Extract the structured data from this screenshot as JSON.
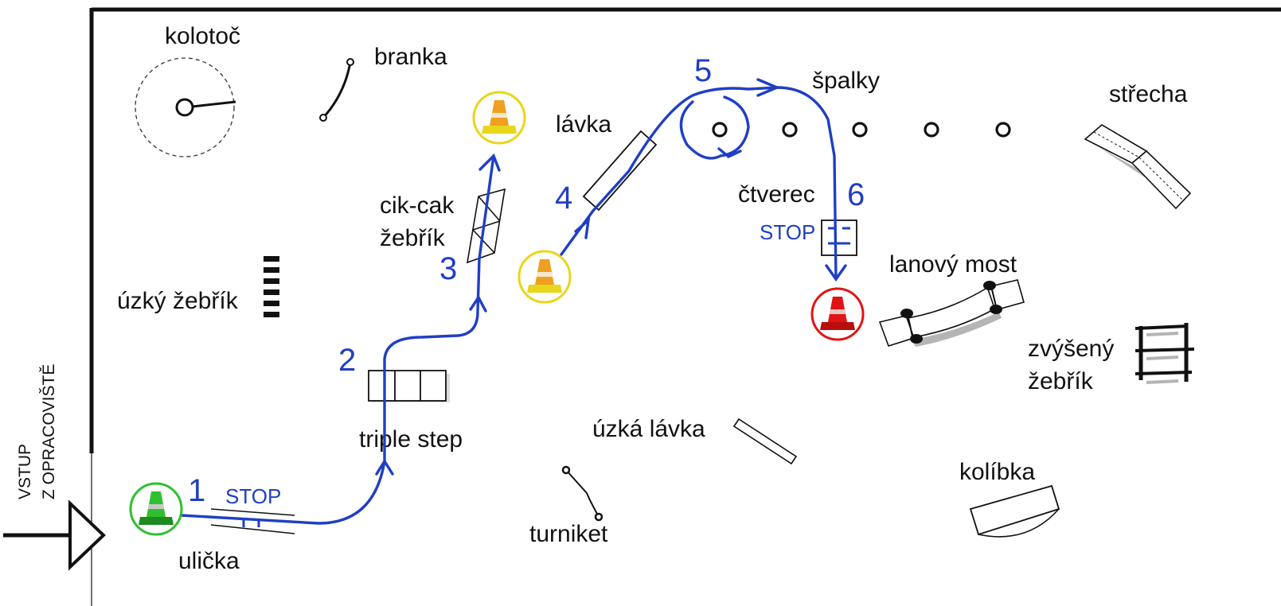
{
  "colors": {
    "route": "#1f3fc4",
    "wall": "#111111",
    "cone_start": "#2fc02f",
    "cone_mid": "#e8d61a",
    "cone_end": "#e01414"
  },
  "entry": {
    "line1": "VSTUP",
    "line2": "Z OPRACOVIŠTĚ"
  },
  "labels": {
    "kolotoc": "kolotoč",
    "branka": "branka",
    "lavka": "lávka",
    "spalky": "špalky",
    "strecha": "střecha",
    "cikcak_1": "cik-cak",
    "cikcak_2": "žebřík",
    "uzky_zebrik": "úzký žebřík",
    "ctverec": "čtverec",
    "lanovy_most": "lanový most",
    "zvyseny_1": "zvýšený",
    "zvyseny_2": "žebřík",
    "triple_step": "triple step",
    "uzka_lavka": "úzká lávka",
    "kolibka": "kolíbka",
    "turniket": "turniket",
    "ulicka": "ulička"
  },
  "route": {
    "stop_label": "STOP",
    "step_numbers": [
      "1",
      "2",
      "3",
      "4",
      "5",
      "6"
    ]
  },
  "cones": {
    "start": "cone-icon",
    "waypoint": "cone-icon",
    "finish": "cone-icon"
  }
}
